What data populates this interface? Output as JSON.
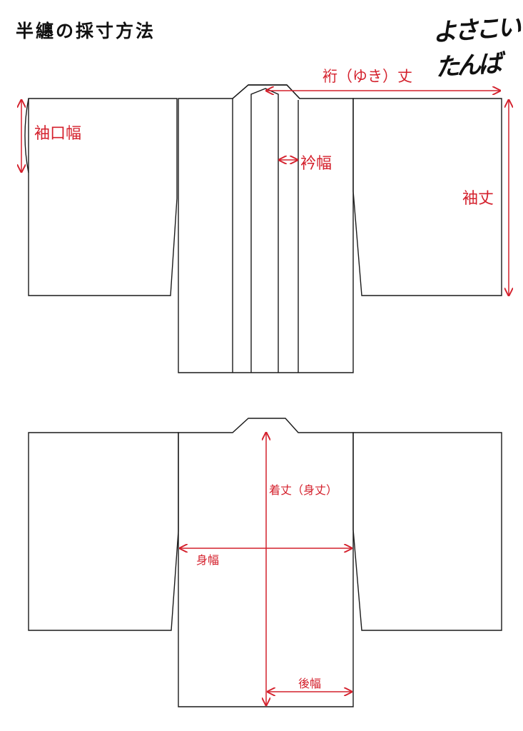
{
  "page": {
    "title": "半纏の採寸方法",
    "logo_text": "よさこいたんば"
  },
  "colors": {
    "outline": "#1a1a1a",
    "measure": "#d4202c",
    "background": "#ffffff"
  },
  "front_view": {
    "labels": {
      "sleeve_opening": "袖口幅",
      "yuki": "裄（ゆき）丈",
      "collar_width": "衿幅",
      "sleeve_length": "袖丈"
    }
  },
  "back_view": {
    "labels": {
      "garment_length": "着丈（身丈）",
      "body_width": "身幅",
      "back_width": "後幅"
    }
  }
}
